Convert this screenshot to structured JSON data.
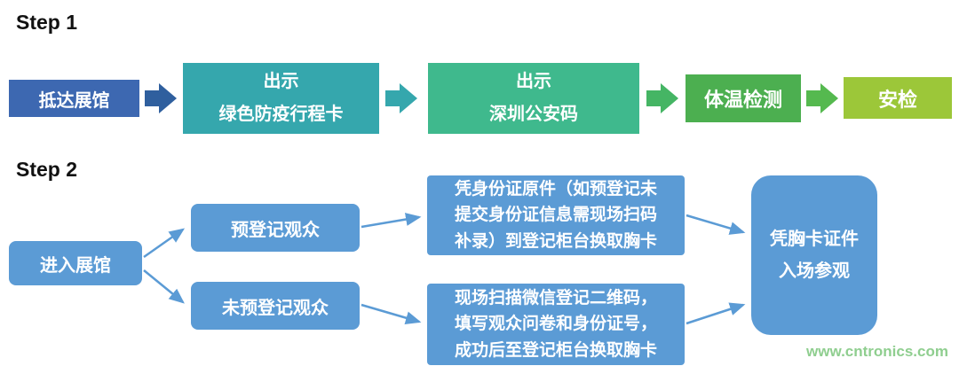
{
  "page": {
    "watermark": "www.cntronics.com",
    "watermark_color": "#8FCE8F",
    "background": "#ffffff"
  },
  "step1": {
    "label": "Step 1",
    "nodes": [
      {
        "text": "抵达展馆",
        "color": "#3D68B1"
      },
      {
        "text": "出示\n绿色防疫行程卡",
        "color": "#35A7AD"
      },
      {
        "text": "出示\n深圳公安码",
        "color": "#3FB98D"
      },
      {
        "text": "体温检测",
        "color": "#4CAF50"
      },
      {
        "text": "安检",
        "color": "#9CC739"
      }
    ],
    "arrow_colors": [
      "#2F5F9E",
      "#35A7AD",
      "#45B564",
      "#55B94F"
    ]
  },
  "step2": {
    "label": "Step 2",
    "entry": "进入展馆",
    "branch1": "预登记观众",
    "branch2": "未预登记观众",
    "detail1": "凭身份证原件（如预登记未\n提交身份证信息需现场扫码\n补录）到登记柜台换取胸卡",
    "detail2": "现场扫描微信登记二维码，\n填写观众问卷和身份证号，\n成功后至登记柜台换取胸卡",
    "final": "凭胸卡证件\n入场参观",
    "node_color": "#5B9BD5"
  }
}
